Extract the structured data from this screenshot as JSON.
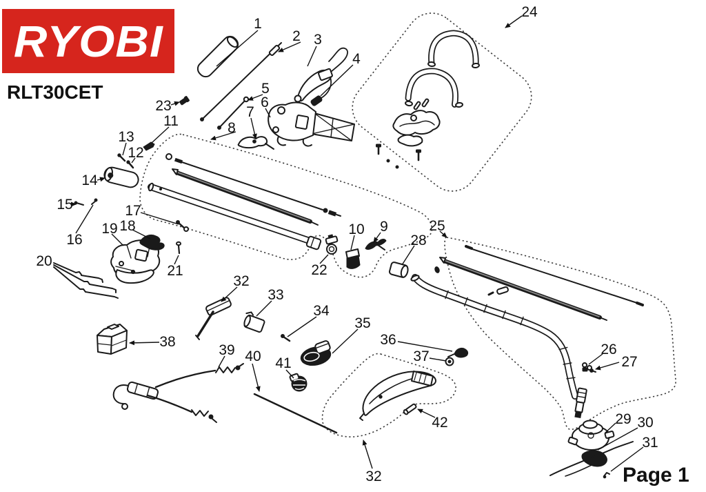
{
  "header": {
    "brand": "RYOBI",
    "model": "RLT30CET"
  },
  "footer": {
    "page_label": "Page 1"
  },
  "colors": {
    "brand_red": "#d6251d",
    "ink": "#1a1a1a",
    "paper": "#ffffff"
  },
  "diagram": {
    "type": "exploded-parts-diagram",
    "product_model": "RLT30CET",
    "labels": {
      "p1": "1",
      "p2": "2",
      "p3": "3",
      "p4": "4",
      "p5": "5",
      "p6": "6",
      "p7": "7",
      "p8": "8",
      "p9": "9",
      "p10": "10",
      "p11": "11",
      "p12": "12",
      "p13": "13",
      "p14": "14",
      "p15": "15",
      "p16": "16",
      "p17": "17",
      "p18": "18",
      "p19": "19",
      "p20": "20",
      "p21": "21",
      "p22": "22",
      "p23": "23",
      "p24": "24",
      "p25": "25",
      "p26": "26",
      "p27": "27",
      "p28": "28",
      "p29": "29",
      "p30": "30",
      "p31": "31",
      "p32a": "32",
      "p32b": "32",
      "p33": "33",
      "p34": "34",
      "p35": "35",
      "p36": "36",
      "p37": "37",
      "p38": "38",
      "p39": "39",
      "p40": "40",
      "p41": "41",
      "p42": "42"
    }
  }
}
